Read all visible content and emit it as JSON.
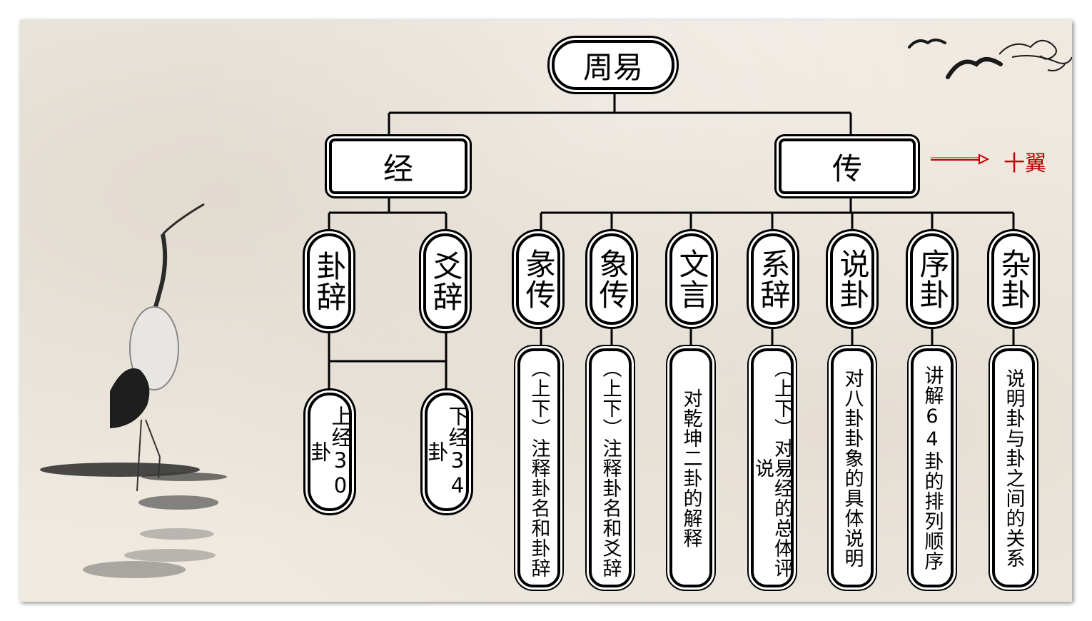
{
  "diagram": {
    "root": "周易",
    "jing": {
      "label": "经",
      "children": [
        {
          "title": "卦辞"
        },
        {
          "title": "爻辞"
        }
      ],
      "parts": [
        "上经30卦",
        "下经34卦"
      ]
    },
    "zhuan": {
      "label": "传",
      "note": "十翼",
      "children": [
        {
          "title": "彖传",
          "desc": "（上下）注释卦名和卦辞"
        },
        {
          "title": "象传",
          "desc": "（上下）注释卦名和爻辞"
        },
        {
          "title": "文言",
          "desc": "对乾坤二卦的解释"
        },
        {
          "title": "系辞",
          "desc": "（上下）对易经的总体评说"
        },
        {
          "title": "说卦",
          "desc": "对八卦卦象的具体说明"
        },
        {
          "title": "序卦",
          "desc": "讲解64卦的排列顺序"
        },
        {
          "title": "杂卦",
          "desc": "说明卦与卦之间的关系"
        }
      ]
    }
  },
  "colors": {
    "background": "#efe9e0",
    "line": "#000000",
    "accent": "#c00000"
  },
  "decorations": [
    "crane-ink-painting",
    "birds-icon",
    "cloud-swirl-icon"
  ]
}
